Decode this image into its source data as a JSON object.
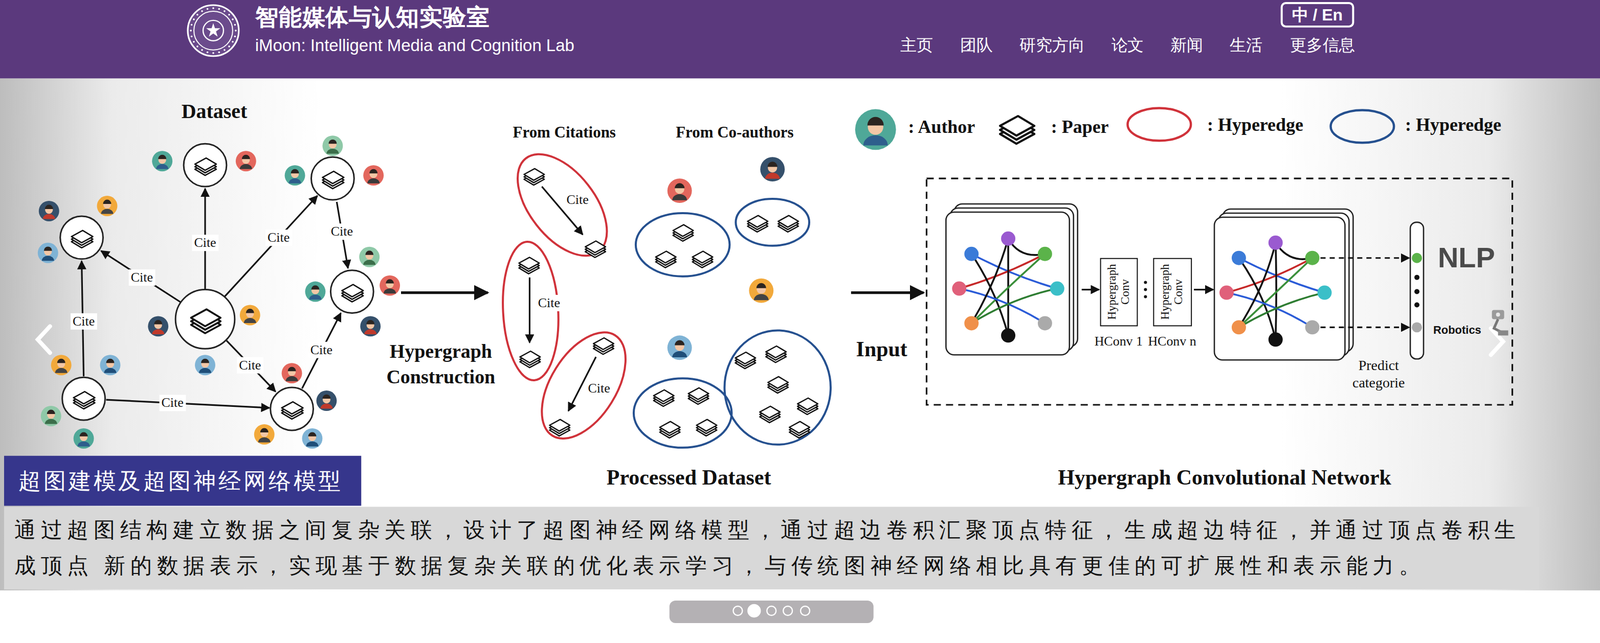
{
  "diagram": {
    "title": "智能媒体与认知实验室",
    "caption": "通过超图结构建立数据之间复杂关联，设计了超图神经网络模型，通过超边卷积汇聚顶点特征，生成超边特征，并通过顶点卷积生成顶点 新的数据表示，实现基于数据复杂关联的优化表示学习，与传统图神经网络相比具有更佳的可扩展性和表示能力。",
    "nodes": [
      {
        "text": [
          "中 / En"
        ]
      },
      {
        "text": [
          "Hypergraph Conv",
          "HConv 1"
        ]
      },
      {
        "text": [
          "Hypergraph Conv",
          "HConv n"
        ]
      },
      {
        "text": [
          "超图建模及超图神经网络模型"
        ]
      }
    ],
    "labels": [
      "iMoon: Intelligent Media and Cognition Lab",
      "主页",
      "团队",
      "研究方向",
      "论文",
      "新闻",
      "生活",
      "更多信息",
      "Dataset",
      "Cite",
      "Cite",
      "Cite",
      "Cite",
      "Cite",
      "Cite",
      "Cite",
      "Cite",
      "Hypergraph Construction",
      "From Citations",
      "From Co-authors",
      "Cite",
      "Cite",
      "Cite",
      "Input",
      "Predict categorie",
      "NLP",
      "Robotics",
      "Processed Dataset",
      "Hypergraph Convolutional Network"
    ],
    "legend": [
      {
        "text": ": Author"
      },
      {
        "text": ": Paper"
      },
      {
        "text": ": Hyperedge"
      },
      {
        "text": ": Hyperedge"
      }
    ]
  }
}
